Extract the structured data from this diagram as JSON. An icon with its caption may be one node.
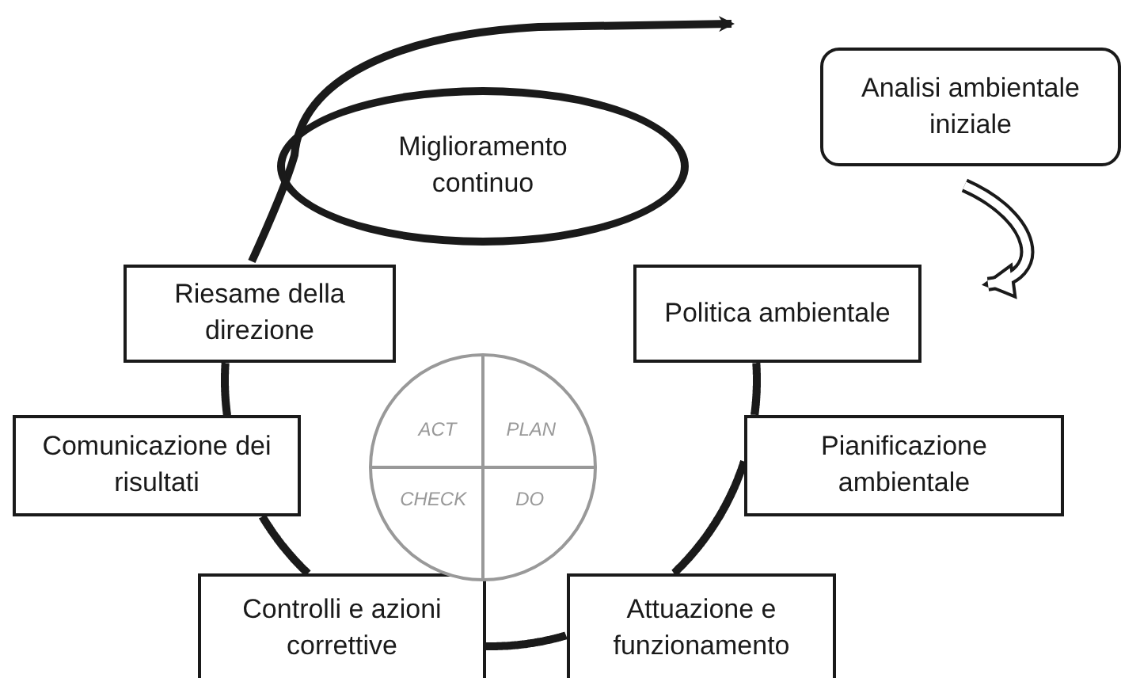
{
  "diagram": {
    "nodes": [
      {
        "text": [
          "Miglioramento continuo"
        ]
      },
      {
        "text": [
          "Analisi ambientale iniziale"
        ]
      },
      {
        "text": [
          "Riesame della direzione"
        ]
      },
      {
        "text": [
          "Politica ambientale"
        ]
      },
      {
        "text": [
          "Comunicazione dei risultati"
        ]
      },
      {
        "text": [
          "Pianificazione ambientale"
        ]
      },
      {
        "text": [
          "Controlli e azioni correttive"
        ]
      },
      {
        "text": [
          "Attuazione e funzionamento"
        ]
      },
      {
        "text": [
          "ACT",
          "PLAN",
          "CHECK",
          "DO"
        ]
      }
    ],
    "edges": [
      {
        "from": 1,
        "to": 3,
        "arrow": "to",
        "style": "thick"
      },
      {
        "from": 3,
        "to": 5,
        "arrow": "none"
      },
      {
        "from": 5,
        "to": 7,
        "arrow": "none"
      },
      {
        "from": 7,
        "to": 6,
        "arrow": "none"
      },
      {
        "from": 6,
        "to": 4,
        "arrow": "none"
      },
      {
        "from": 4,
        "to": 2,
        "arrow": "none"
      },
      {
        "from": 2,
        "to": null,
        "arrow": "to"
      }
    ]
  }
}
